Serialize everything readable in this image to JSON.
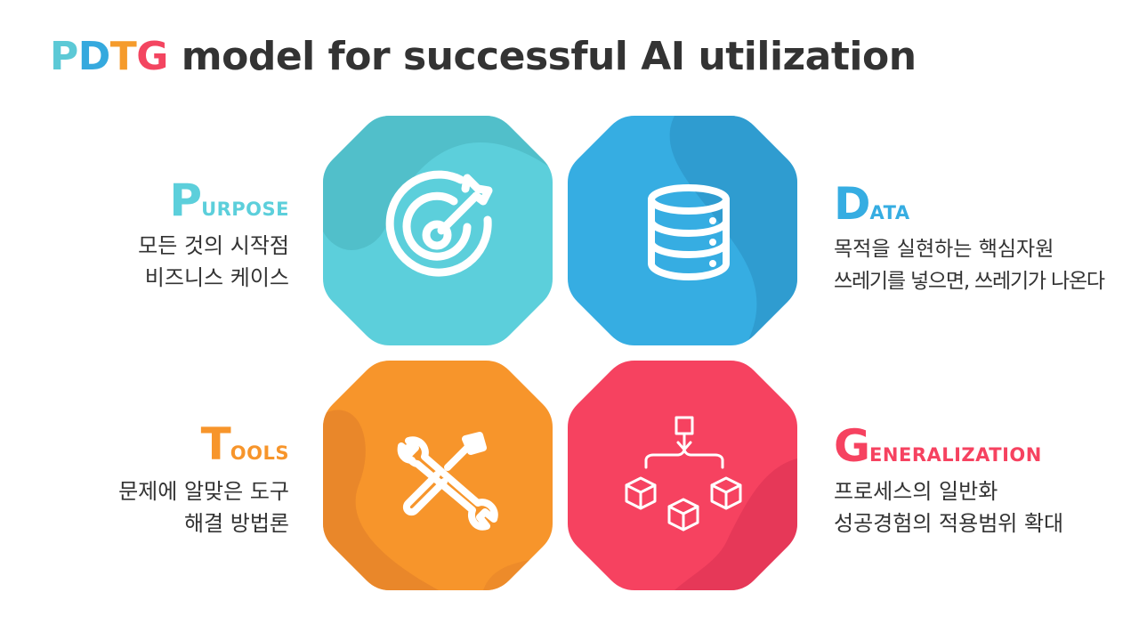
{
  "title": {
    "letters": [
      {
        "text": "P",
        "color": "#5cc9d6"
      },
      {
        "text": "D",
        "color": "#35a9de"
      },
      {
        "text": "T",
        "color": "#f59b2c"
      },
      {
        "text": "G",
        "color": "#f34560"
      }
    ],
    "rest": " model for successful AI utilization"
  },
  "quadrants": {
    "purpose": {
      "initial": "P",
      "rest": "URPOSE",
      "color": "#5ccfdb",
      "shade": "#4db8c3",
      "icon": "target-icon",
      "lines": [
        "모든 것의 시작점",
        "비즈니스 케이스"
      ]
    },
    "data": {
      "initial": "D",
      "rest": "ATA",
      "color": "#36ade2",
      "shade": "#2e97c9",
      "icon": "database-icon",
      "lines": [
        "목적을 실현하는 핵심자원",
        "쓰레기를 넣으면, 쓰레기가 나온다"
      ]
    },
    "tools": {
      "initial": "T",
      "rest": "OOLS",
      "color": "#f7952b",
      "shade": "#e6852a",
      "icon": "tools-icon",
      "lines": [
        "문제에 알맞은 도구",
        "해결 방법론"
      ]
    },
    "generalization": {
      "initial": "G",
      "rest": "ENERALIZATION",
      "color": "#f64260",
      "shade": "#e23656",
      "icon": "generalization-icon",
      "lines": [
        "프로세스의 일반화",
        "성공경험의 적용범위 확대"
      ]
    }
  }
}
